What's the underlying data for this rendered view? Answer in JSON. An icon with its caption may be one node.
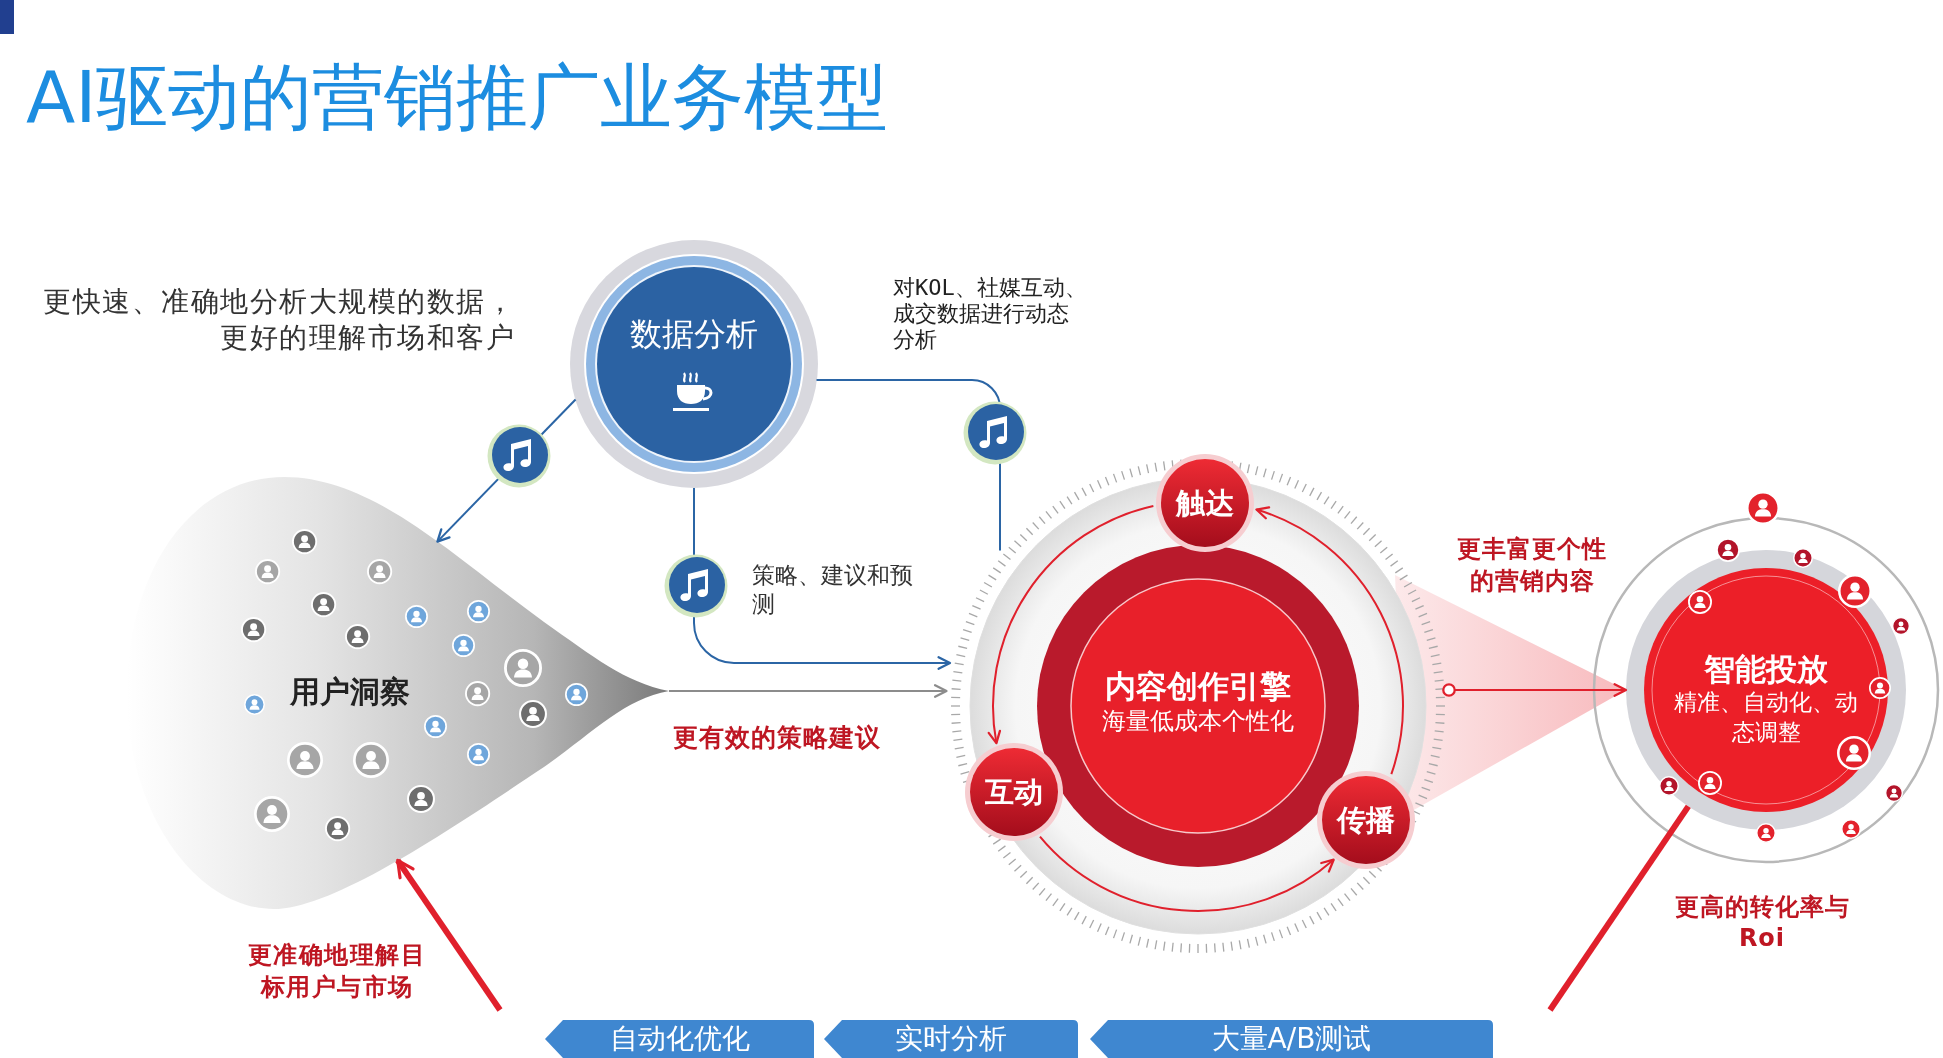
{
  "diagram": {
    "title": "AI驱动的营销推广业务模型",
    "nodes": [
      {
        "text": [
          "数据分析"
        ]
      },
      {
        "text": [
          "用户洞察"
        ]
      },
      {
        "text": [
          "内容创作引擎",
          "海量低成本个性化"
        ]
      },
      {
        "text": [
          "触达"
        ],
        "in": 2
      },
      {
        "text": [
          "互动"
        ],
        "in": 2
      },
      {
        "text": [
          "传播"
        ],
        "in": 2
      },
      {
        "text": [
          "智能投放",
          "精准、自动化、动态调整"
        ]
      },
      {
        "text": [
          "自动化优化"
        ]
      },
      {
        "text": [
          "实时分析"
        ]
      },
      {
        "text": [
          "大量A/B测试"
        ]
      }
    ],
    "edges": [
      {
        "from": 0,
        "to": 1,
        "arrow": "to",
        "label": "更快速、准确地分析大规模的数据，更好的理解市场和客户",
        "color": "#2b65a5"
      },
      {
        "from": 0,
        "to": 2,
        "arrow": "none",
        "label": "对KOL、社媒互动、成交数据进行动态分析",
        "color": "#2b65a5"
      },
      {
        "from": 0,
        "to": 2,
        "arrow": "to",
        "label": "策略、建议和预测",
        "color": "#2b65a5"
      },
      {
        "from": 1,
        "to": 2,
        "arrow": "to",
        "label": "更有效的策略建议",
        "color": "#8c8c8c"
      },
      {
        "from": 3,
        "to": 4,
        "arrow": "to"
      },
      {
        "from": 4,
        "to": 5,
        "arrow": "to"
      },
      {
        "from": 5,
        "to": 3,
        "arrow": "to"
      },
      {
        "from": 2,
        "to": 6,
        "arrow": "to",
        "label": "更丰富更个性的营销内容"
      },
      {
        "from": 6,
        "to": null,
        "arrow": "none",
        "label": "更高的转化率与Roi",
        "style": "thick"
      },
      {
        "from": null,
        "to": 1,
        "arrow": "to",
        "label": "更准确地理解目标用户与市场",
        "style": "thick"
      }
    ]
  }
}
